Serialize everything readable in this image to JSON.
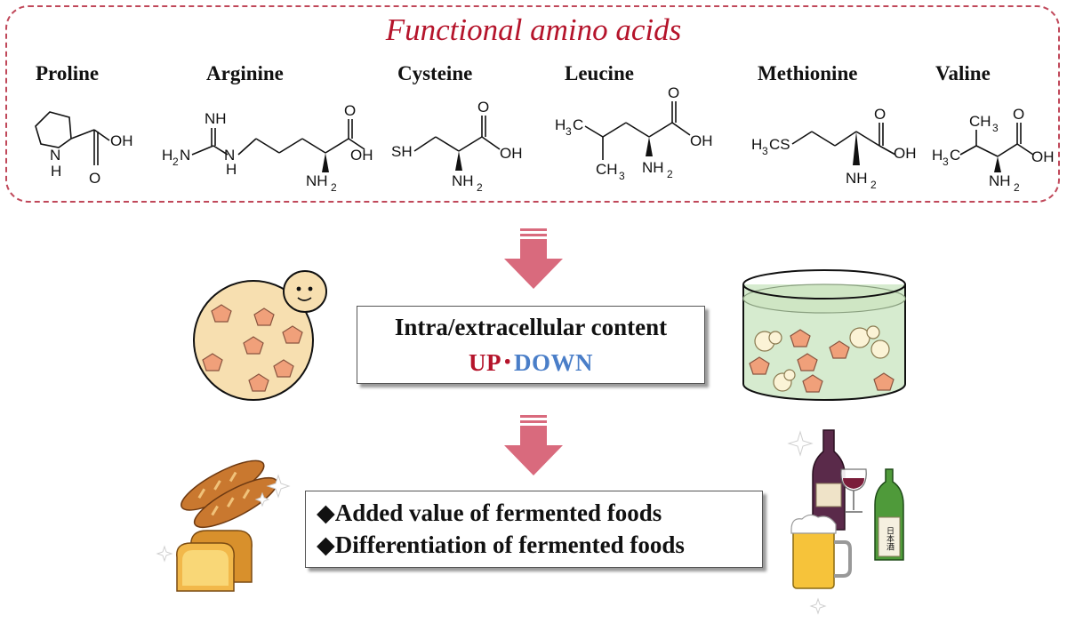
{
  "title": "Functional amino acids",
  "amino_acids": [
    {
      "name": "Proline"
    },
    {
      "name": "Arginine"
    },
    {
      "name": "Cysteine"
    },
    {
      "name": "Leucine"
    },
    {
      "name": "Methionine"
    },
    {
      "name": "Valine"
    }
  ],
  "content": {
    "line1": "Intra/extracellular content",
    "up": "UP",
    "sep": "･",
    "down": "DOWN"
  },
  "foods": {
    "bullet": "◆",
    "line1": "Added value of fermented foods",
    "line2": "Differentiation of fermented foods"
  },
  "sake_label": "日本酒",
  "colors": {
    "accent": "#b5142b",
    "up": "#b5142b",
    "down": "#4a7ec8",
    "arrow": "#d96a7d",
    "dashed_border": "#c0485a",
    "amino_pentagon": "#f0a07a",
    "cell": "#f7dfb0",
    "liquid": "#d6ebcf"
  }
}
